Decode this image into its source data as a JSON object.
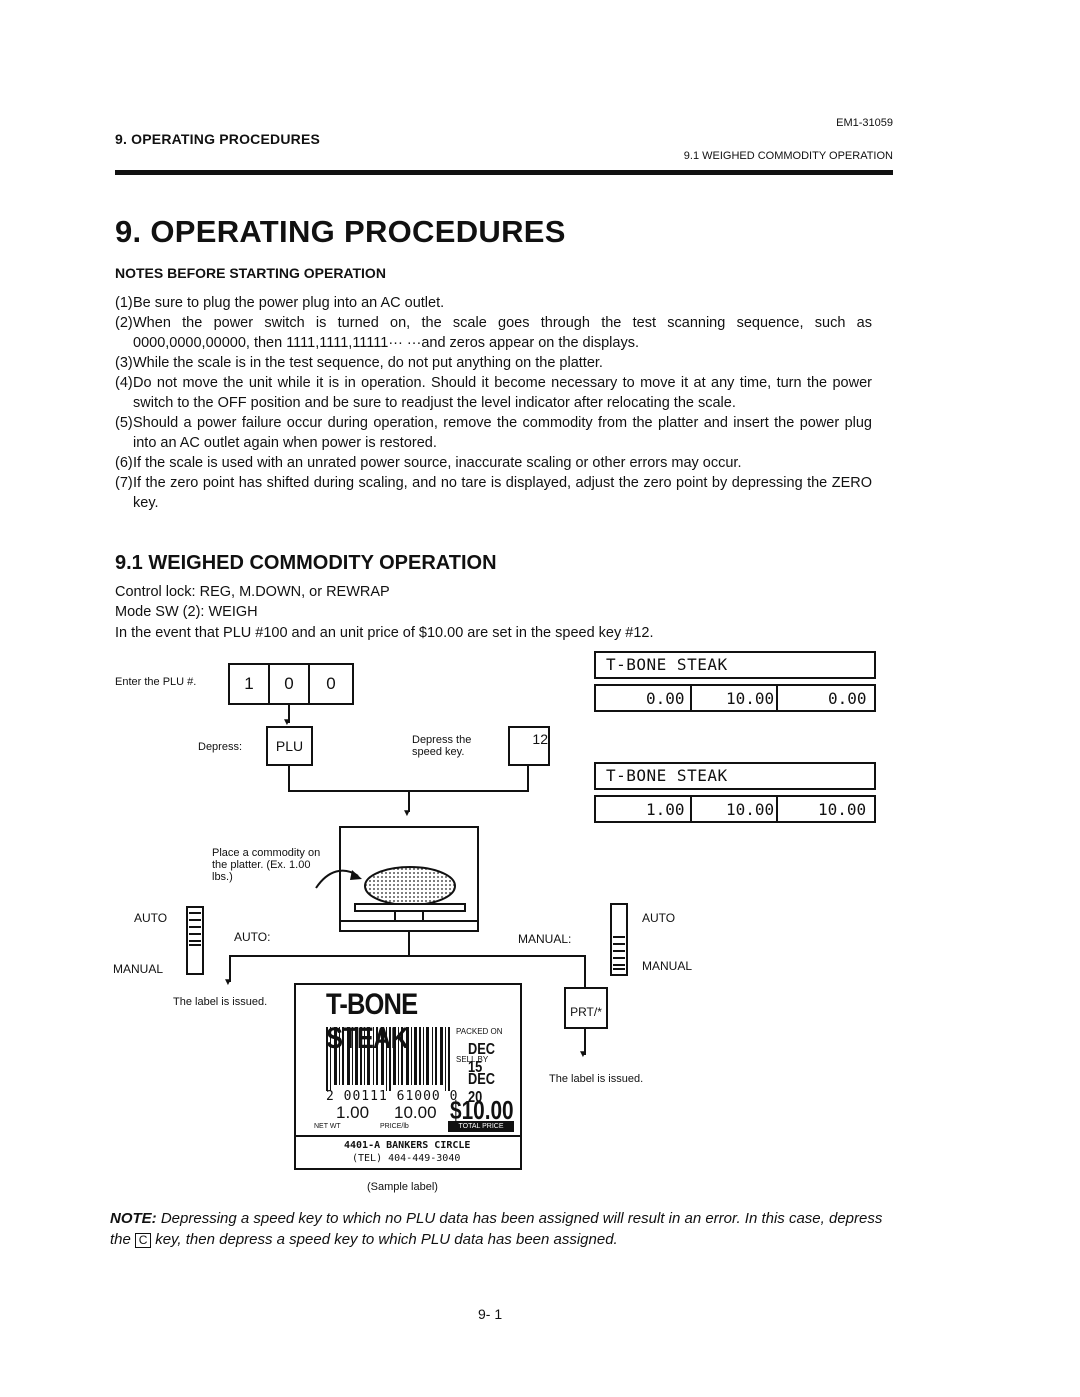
{
  "header": {
    "section": "9. OPERATING PROCEDURES",
    "doc_code": "EM1-31059",
    "subsection": "9.1 WEIGHED COMMODITY OPERATION"
  },
  "title": "9. OPERATING PROCEDURES",
  "notes_heading": "NOTES BEFORE STARTING OPERATION",
  "notes": [
    {
      "num": "(1)",
      "text": "Be sure to plug the power plug into an AC outlet."
    },
    {
      "num": "(2)",
      "text": "When the power switch is turned on, the scale goes through the test scanning sequence, such as 0000,0000,00000, then 1111,1111,11111··· ···and zeros appear on the displays."
    },
    {
      "num": "(3)",
      "text": "While the scale is in the test sequence, do not put anything on the platter."
    },
    {
      "num": "(4)",
      "text": "Do not move the unit while it is in operation.  Should it become necessary to move it at any time, turn the power switch to the OFF position and be sure to readjust the level indicator after relocating the scale."
    },
    {
      "num": "(5)",
      "text": "Should a power failure occur during operation, remove the commodity from the platter and insert the power plug into an AC outlet again when power is restored."
    },
    {
      "num": "(6)",
      "text": "If the scale is used with an unrated power source, inaccurate scaling or other errors may occur."
    },
    {
      "num": "(7)",
      "text": "If the zero point has shifted during scaling, and no tare is displayed, adjust the zero point by depressing the ZERO key."
    }
  ],
  "section_title": "9.1  WEIGHED COMMODITY OPERATION",
  "control_lines": [
    "Control lock:   REG, M.DOWN, or REWRAP",
    "Mode SW (2):  WEIGH",
    "In the event that PLU #100 and an unit price of $10.00 are set in the speed key #12."
  ],
  "diagram": {
    "enter_plu_label": "Enter the PLU #.",
    "plu_digits": [
      "1",
      "0",
      "0"
    ],
    "depress_label": "Depress:",
    "plu_key": "PLU",
    "depress_speed_label": "Depress the speed key.",
    "speed_key": "12",
    "place_label": "Place a commodity on the platter. (Ex. 1.00 lbs.)",
    "auto_label": "AUTO",
    "manual_label": "MANUAL",
    "auto_colon": "AUTO:",
    "manual_colon": "MANUAL:",
    "label_issued": "The label is issued.",
    "prt_key": "PRT/*",
    "display1": {
      "name": "T-BONE  STEAK",
      "values": [
        "0.00",
        "10.00",
        "0.00"
      ]
    },
    "display2": {
      "name": "T-BONE  STEAK",
      "values": [
        "1.00",
        "10.00",
        "10.00"
      ]
    },
    "sample_caption": "(Sample label)"
  },
  "sample_label": {
    "product": "T-BONE STEAK",
    "packed_on": "PACKED ON",
    "packed_date": "DEC 15",
    "sell_by": "SELL BY",
    "sell_date": "DEC 20",
    "barcode_digits": "2 00111  61000 0",
    "weight": "1.00",
    "price_lb": "10.00",
    "total": "$10.00",
    "net_wt": "NET WT",
    "price_per_lb": "PRICE/lb",
    "total_price": "TOTAL PRICE",
    "address": "4401-A BANKERS CIRCLE",
    "phone": "(TEL) 404-449-3040"
  },
  "note": {
    "label": "NOTE:",
    "text_a": "Depressing a speed key to which no PLU data has been assigned will result in an error.  In this case, depress the",
    "c_key": "C",
    "text_b": "key, then depress a speed key to which PLU data has been assigned."
  },
  "page_number": "9- 1"
}
